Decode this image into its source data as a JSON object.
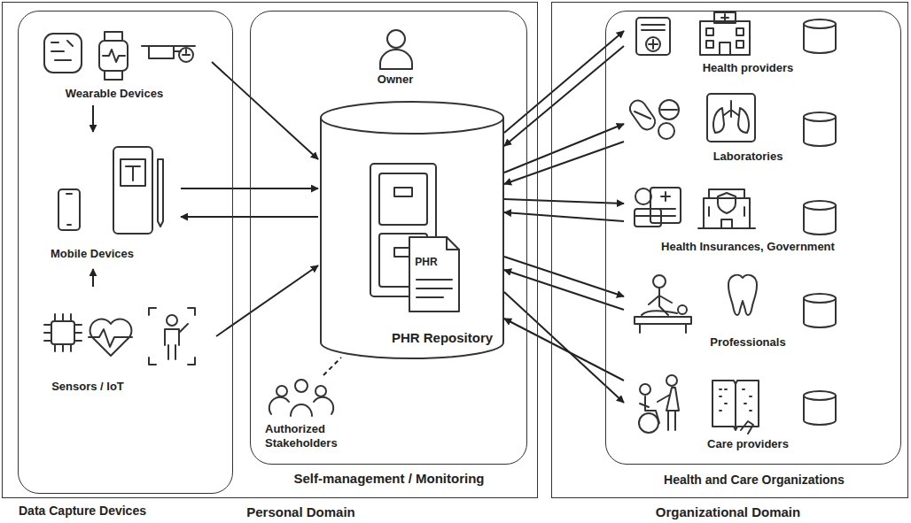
{
  "diagram": {
    "nodes": [
      {
        "text": [
          "Personal Domain"
        ]
      },
      {
        "text": [
          "Data Capture Devices"
        ],
        "in": 0
      },
      {
        "text": [
          "Wearable Devices"
        ],
        "in": 1
      },
      {
        "text": [
          "Mobile Devices"
        ],
        "in": 1
      },
      {
        "text": [
          "Sensors / IoT"
        ],
        "in": 1
      },
      {
        "text": [
          "Self-management / Monitoring"
        ],
        "in": 0
      },
      {
        "text": [
          "Owner"
        ],
        "in": 5
      },
      {
        "text": [
          "PHR",
          "PHR Repository"
        ],
        "in": 5
      },
      {
        "text": [
          "Authorized Stakeholders"
        ],
        "in": 5
      },
      {
        "text": [
          "Organizational Domain"
        ]
      },
      {
        "text": [
          "Health and Care Organizations"
        ],
        "in": 9
      },
      {
        "text": [
          "Health providers"
        ],
        "in": 10
      },
      {
        "text": [
          "Laboratories"
        ],
        "in": 10
      },
      {
        "text": [
          "Health Insurances, Government"
        ],
        "in": 10
      },
      {
        "text": [
          "Professionals"
        ],
        "in": 10
      },
      {
        "text": [
          "Care providers"
        ],
        "in": 10
      }
    ],
    "edges": [
      {
        "from": 2,
        "to": 3,
        "arrow": "to"
      },
      {
        "from": 4,
        "to": 3,
        "arrow": "to"
      },
      {
        "from": 2,
        "to": 7,
        "arrow": "to"
      },
      {
        "from": 3,
        "to": 7,
        "arrow": "to"
      },
      {
        "from": 7,
        "to": 3,
        "arrow": "to"
      },
      {
        "from": 4,
        "to": 7,
        "arrow": "to"
      },
      {
        "from": 8,
        "to": 7,
        "arrow": "none"
      },
      {
        "from": 7,
        "to": 11,
        "arrow": "to"
      },
      {
        "from": 11,
        "to": 7,
        "arrow": "to"
      },
      {
        "from": 7,
        "to": 12,
        "arrow": "to"
      },
      {
        "from": 12,
        "to": 7,
        "arrow": "to"
      },
      {
        "from": 7,
        "to": 13,
        "arrow": "to"
      },
      {
        "from": 13,
        "to": 7,
        "arrow": "to"
      },
      {
        "from": 7,
        "to": 14,
        "arrow": "to"
      },
      {
        "from": 14,
        "to": 7,
        "arrow": "to"
      },
      {
        "from": 7,
        "to": 15,
        "arrow": "to"
      },
      {
        "from": 15,
        "to": 7,
        "arrow": "to"
      }
    ]
  }
}
